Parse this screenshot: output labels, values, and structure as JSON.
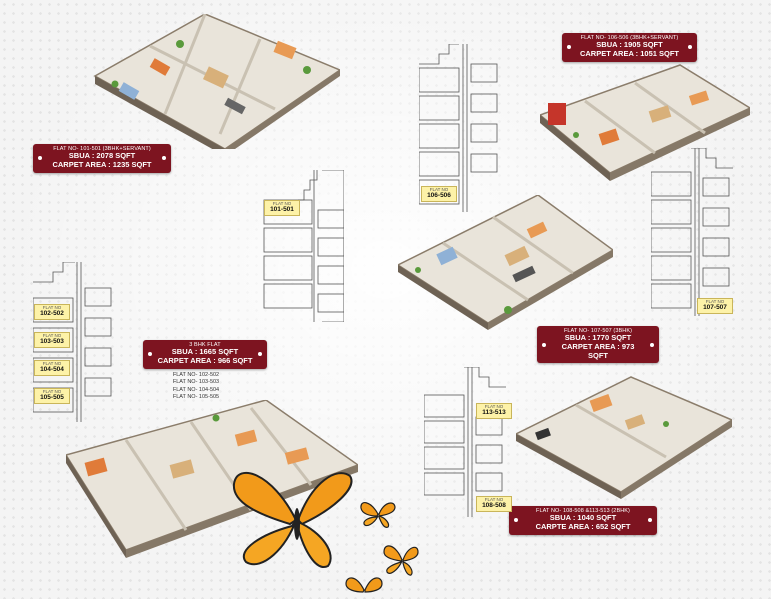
{
  "plans": [
    {
      "id": "p1",
      "label": {
        "line1": "FLAT NO- 101-501 (3BHK+SERVANT)",
        "sbua": "SBUA : 2078 SQFT",
        "carpet": "CARPET AREA : 1235 SQFT"
      }
    },
    {
      "id": "p2",
      "label": {
        "line1": "FLAT NO- 106-506 (3BHK+SERVANT)",
        "sbua": "SBUA : 1905 SQFT",
        "carpet": "CARPET AREA : 1051 SQFT"
      }
    },
    {
      "id": "p3",
      "label": {
        "line1": "FLAT NO- 107-507 (3BHK)",
        "sbua": "SBUA : 1770 SQFT",
        "carpet": "CARPET AREA : 973 SQFT"
      }
    },
    {
      "id": "p4",
      "label": {
        "line1": "3 BHK FLAT",
        "sbua": "SBUA : 1665 SQFT",
        "carpet": "CARPET AREA : 966 SQFT"
      },
      "flats": [
        "FLAT NO- 102-502",
        "FLAT NO- 103-503",
        "FLAT NO- 104-504",
        "FLAT NO- 105-505"
      ]
    },
    {
      "id": "p5",
      "label": {
        "line1": "FLAT NO- 108-508 &113-513 (2BHK)",
        "sbua": "SBUA : 1040 SQFT",
        "carpet": "CARPTE AREA : 652 SQFT"
      }
    }
  ],
  "keyplans": {
    "k101": [
      {
        "a": "FLAT NO",
        "b": "101-501"
      }
    ],
    "k106": [
      {
        "a": "FLAT NO",
        "b": "106-506"
      }
    ],
    "k107": [
      {
        "a": "FLAT NO",
        "b": "107-507"
      }
    ],
    "k102": [
      {
        "a": "FLAT NO",
        "b": "102-502"
      },
      {
        "a": "FLAT NO",
        "b": "103-503"
      },
      {
        "a": "FLAT NO",
        "b": "104-504"
      },
      {
        "a": "FLAT NO",
        "b": "105-505"
      }
    ],
    "k113": [
      {
        "a": "FLAT NO",
        "b": "113-513"
      },
      {
        "a": "FLAT NO",
        "b": "108-508"
      }
    ]
  },
  "colors": {
    "label_bg": "#7d1420",
    "badge_bg": "#fdf2a8",
    "butterfly": "#f29a1a"
  }
}
